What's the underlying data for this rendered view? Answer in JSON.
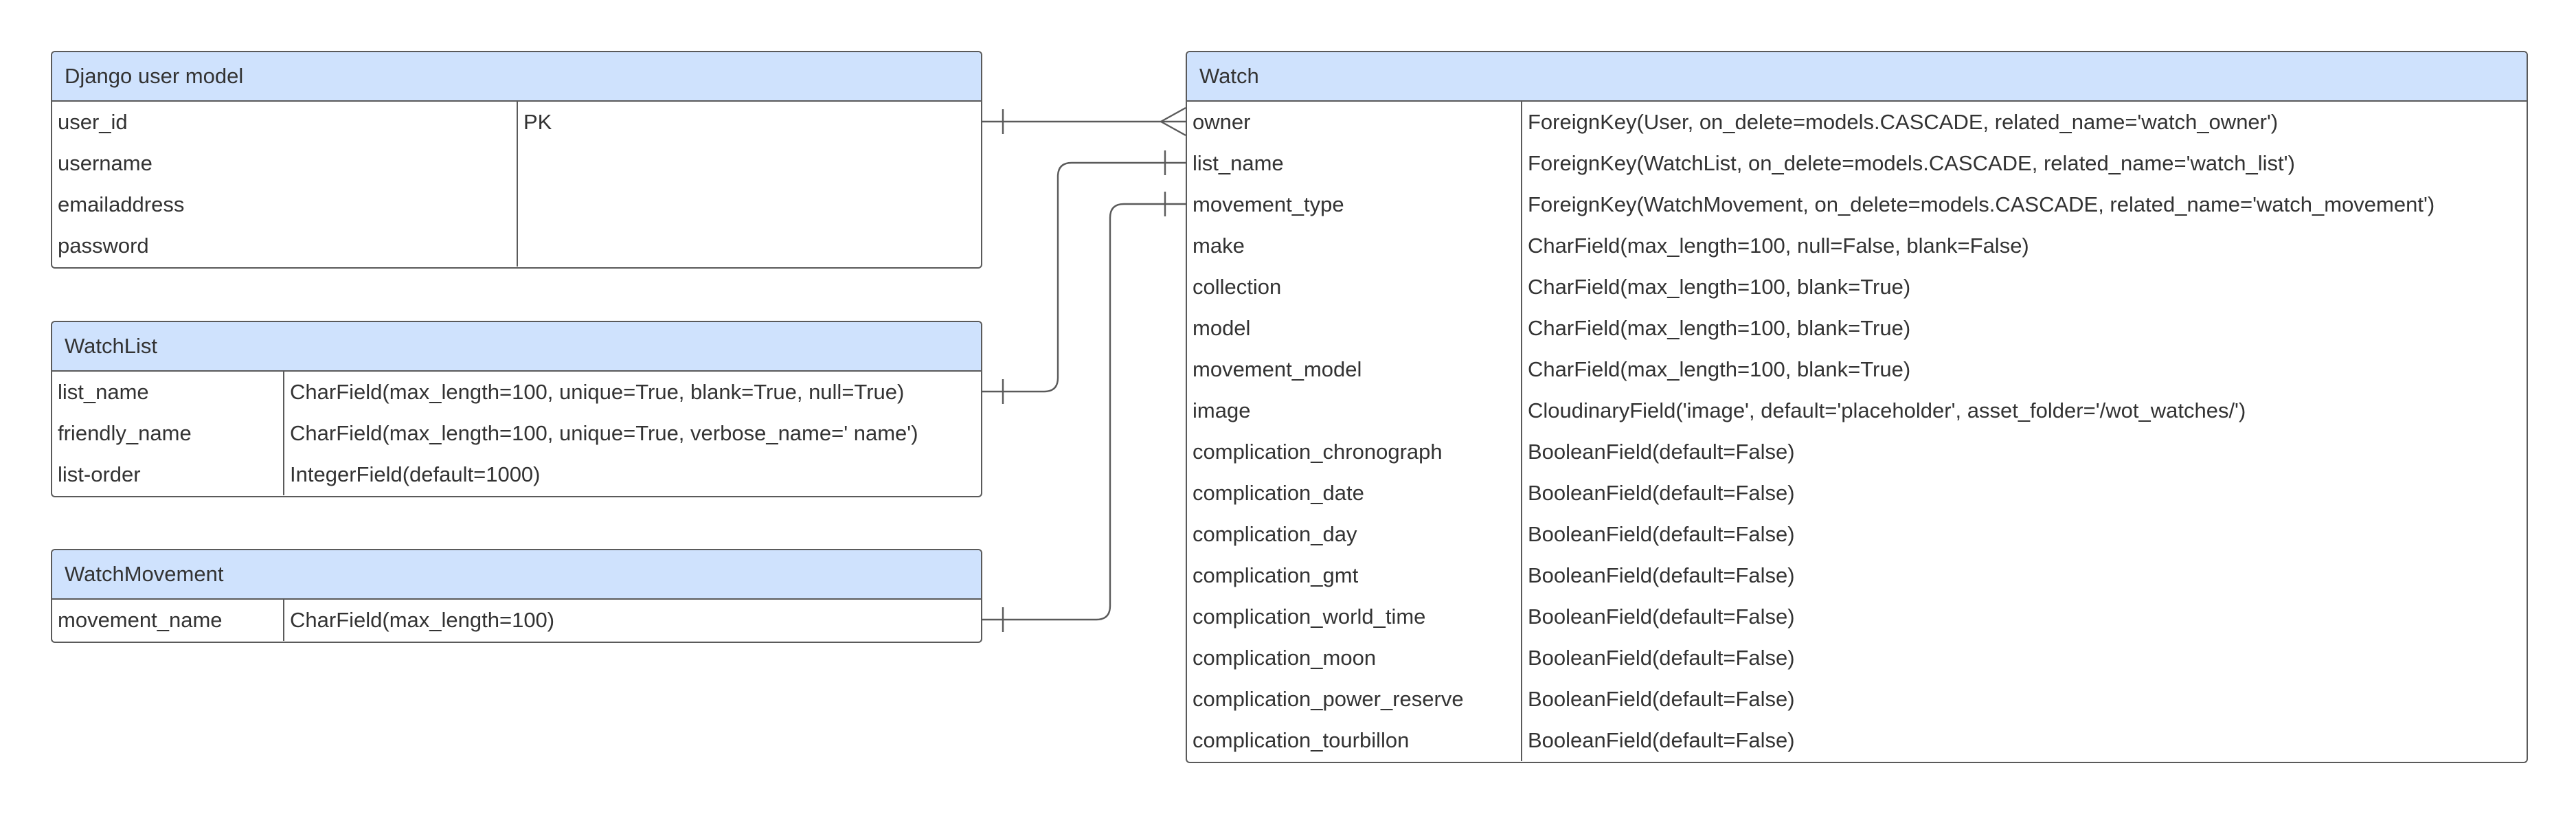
{
  "entities": {
    "user": {
      "title": "Django user model",
      "rows": [
        {
          "field": "user_id",
          "def": "PK"
        },
        {
          "field": "username",
          "def": ""
        },
        {
          "field": "emailaddress",
          "def": ""
        },
        {
          "field": "password",
          "def": ""
        }
      ]
    },
    "watchlist": {
      "title": "WatchList",
      "rows": [
        {
          "field": "list_name",
          "def": "CharField(max_length=100, unique=True, blank=True, null=True)"
        },
        {
          "field": "friendly_name",
          "def": "CharField(max_length=100, unique=True, verbose_name=' name')"
        },
        {
          "field": "list-order",
          "def": "IntegerField(default=1000)"
        }
      ]
    },
    "watchmovement": {
      "title": "WatchMovement",
      "rows": [
        {
          "field": "movement_name",
          "def": "CharField(max_length=100)"
        }
      ]
    },
    "watch": {
      "title": "Watch",
      "rows": [
        {
          "field": "owner",
          "def": "ForeignKey(User, on_delete=models.CASCADE, related_name='watch_owner')"
        },
        {
          "field": "list_name",
          "def": "ForeignKey(WatchList, on_delete=models.CASCADE, related_name='watch_list')"
        },
        {
          "field": "movement_type",
          "def": "ForeignKey(WatchMovement, on_delete=models.CASCADE, related_name='watch_movement')"
        },
        {
          "field": "make",
          "def": "CharField(max_length=100, null=False, blank=False)"
        },
        {
          "field": "collection",
          "def": "CharField(max_length=100, blank=True)"
        },
        {
          "field": "model",
          "def": "CharField(max_length=100, blank=True)"
        },
        {
          "field": "movement_model",
          "def": "CharField(max_length=100, blank=True)"
        },
        {
          "field": "image",
          "def": "CloudinaryField('image', default='placeholder', asset_folder='/wot_watches/')"
        },
        {
          "field": "complication_chronograph",
          "def": "BooleanField(default=False)"
        },
        {
          "field": "complication_date",
          "def": "BooleanField(default=False)"
        },
        {
          "field": "complication_day",
          "def": "BooleanField(default=False)"
        },
        {
          "field": "complication_gmt",
          "def": "BooleanField(default=False)"
        },
        {
          "field": "complication_world_time",
          "def": "BooleanField(default=False)"
        },
        {
          "field": "complication_moon",
          "def": "BooleanField(default=False)"
        },
        {
          "field": "complication_power_reserve",
          "def": "BooleanField(default=False)"
        },
        {
          "field": "complication_tourbillon",
          "def": "BooleanField(default=False)"
        }
      ]
    }
  },
  "relationships": [
    {
      "from": "Django user model.user_id",
      "to": "Watch.owner",
      "from_end": "one",
      "to_end": "many"
    },
    {
      "from": "WatchList.list_name",
      "to": "Watch.list_name",
      "from_end": "one",
      "to_end": "one"
    },
    {
      "from": "WatchMovement.movement_name",
      "to": "Watch.movement_type",
      "from_end": "one",
      "to_end": "one"
    }
  ]
}
